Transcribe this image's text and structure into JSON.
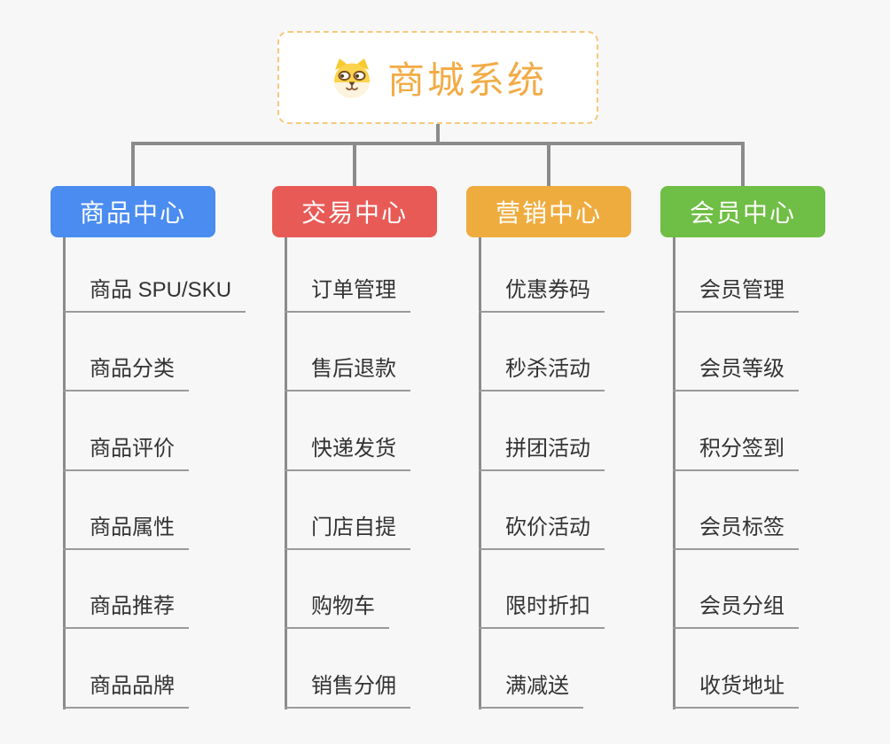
{
  "page": {
    "background": "#f7f7f7"
  },
  "connector_color": "#8b8b8b",
  "leaf_underline_color": "#9a9a9a",
  "root": {
    "title": "商城系统",
    "icon": "dog-face-icon",
    "text_color": "#f2ab45",
    "border_color": "#f5c87d",
    "background": "#ffffff"
  },
  "branches": [
    {
      "label": "商品中心",
      "color": "#4a8cf0",
      "children": [
        "商品 SPU/SKU",
        "商品分类",
        "商品评价",
        "商品属性",
        "商品推荐",
        "商品品牌"
      ]
    },
    {
      "label": "交易中心",
      "color": "#e85a56",
      "children": [
        "订单管理",
        "售后退款",
        "快递发货",
        "门店自提",
        "购物车",
        "销售分佣"
      ]
    },
    {
      "label": "营销中心",
      "color": "#efac3e",
      "children": [
        "优惠券码",
        "秒杀活动",
        "拼团活动",
        "砍价活动",
        "限时折扣",
        "满减送"
      ]
    },
    {
      "label": "会员中心",
      "color": "#6fbe45",
      "children": [
        "会员管理",
        "会员等级",
        "积分签到",
        "会员标签",
        "会员分组",
        "收货地址"
      ]
    }
  ]
}
